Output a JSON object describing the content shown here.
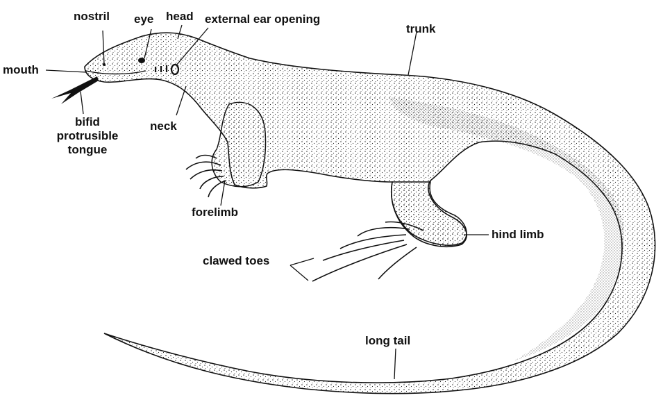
{
  "colors": {
    "ink": "#111111",
    "background": "#ffffff",
    "stipple": "#222222"
  },
  "labels": {
    "nostril": "nostril",
    "eye": "eye",
    "head": "head",
    "ear": "external ear opening",
    "trunk": "trunk",
    "mouth": "mouth",
    "tongue": [
      "bifid",
      "protrusible",
      "tongue"
    ],
    "neck": "neck",
    "forelimb": "forelimb",
    "hind_limb": "hind limb",
    "clawed_toes": "clawed toes",
    "long_tail": "long tail"
  }
}
